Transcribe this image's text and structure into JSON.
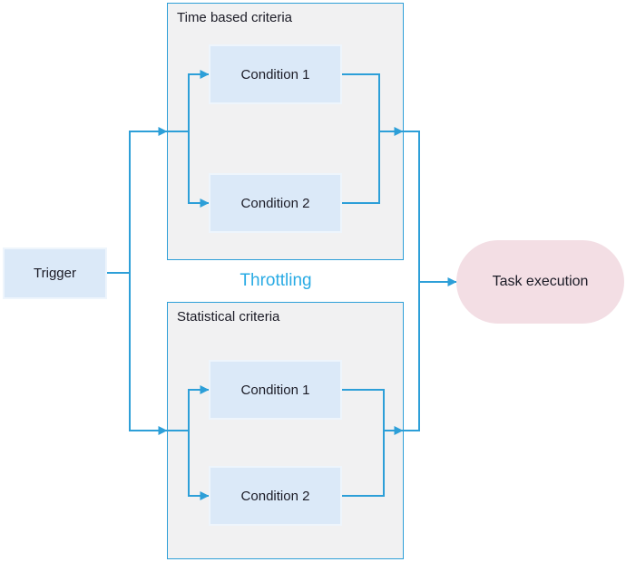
{
  "diagram": {
    "trigger_label": "Trigger",
    "throttling_label": "Throttling",
    "task_label": "Task execution",
    "groups": [
      {
        "title": "Time based criteria",
        "conditions": [
          "Condition 1",
          "Condition 2"
        ]
      },
      {
        "title": "Statistical criteria",
        "conditions": [
          "Condition 1",
          "Condition 2"
        ]
      }
    ]
  },
  "colors": {
    "accent-blue": "#2d9fd8",
    "throttling-blue": "#2aabe4",
    "box-blue-fill": "#dbe9f8",
    "box-blue-border": "#eef5fc",
    "group-fill": "#f1f1f2",
    "task-pink-fill": "#f3dee4",
    "text-dark": "#1b1b26"
  }
}
